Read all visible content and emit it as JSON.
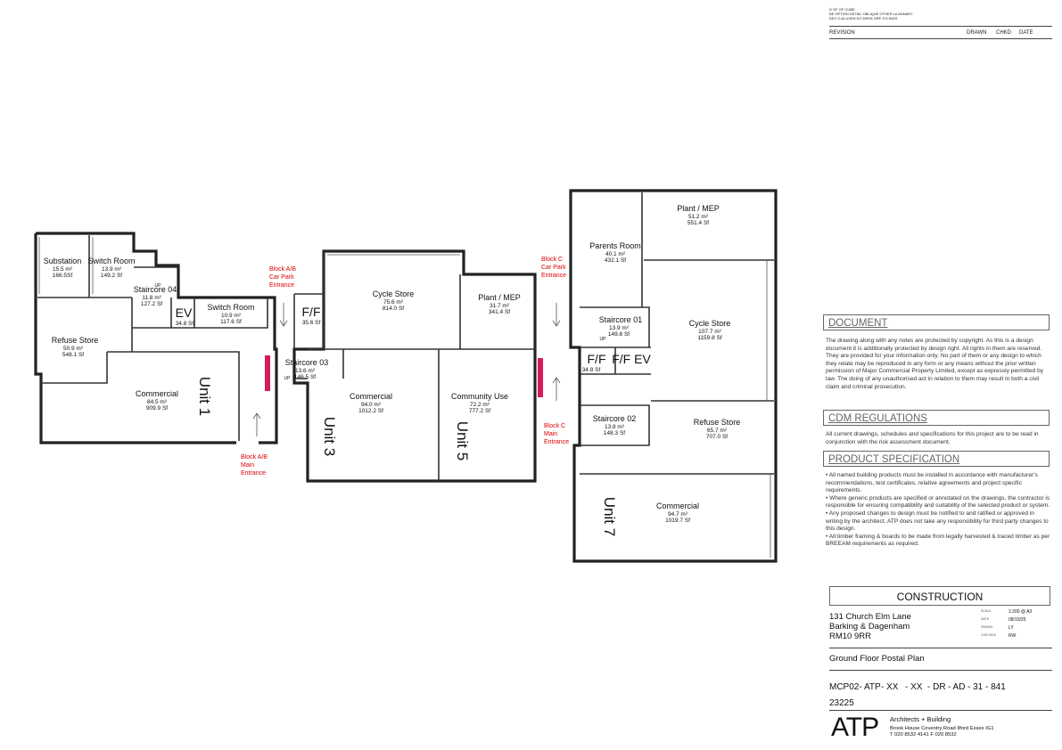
{
  "header": {
    "notes": [
      "D OF OF ICA8E",
      "BE OPTION DETAIL OBLIQUE OTHER LA ANNARY",
      "DEO D ALUVEN KO DERA ORE STLINGS"
    ],
    "revision_cols": [
      "REVISION",
      "DRAWN",
      "CHKD",
      "DATE"
    ]
  },
  "rooms": {
    "substation": {
      "name": "Substation",
      "area_m2": "15.5 m²",
      "area_sf": "166.5Sf"
    },
    "switch_room_1": {
      "name": "Switch Room",
      "area_m2": "13.9 m²",
      "area_sf": "149.2 Sf"
    },
    "staircore_04": {
      "name": "Staircore 04",
      "area_m2": "11.8 m²",
      "area_sf": "127.2 Sf"
    },
    "ev_1": {
      "name": "EV",
      "area_sf": "34.8 Sf"
    },
    "switch_room_2": {
      "name": "Switch Room",
      "area_m2": "10.9 m²",
      "area_sf": "117.6 Sf"
    },
    "ff_1": {
      "name": "F/F",
      "area_sf": "35.6 Sf"
    },
    "refuse_store_1": {
      "name": "Refuse Store",
      "area_m2": "50.9 m²",
      "area_sf": "548.1 Sf"
    },
    "commercial_1": {
      "name": "Commercial",
      "area_m2": "84.5 m²",
      "area_sf": "909.9 Sf"
    },
    "staircore_03": {
      "name": "Staircore 03",
      "area_m2": "13.6 m²",
      "area_sf": "146.5 Sf"
    },
    "cycle_store_1": {
      "name": "Cycle Store",
      "area_m2": "75.6 m²",
      "area_sf": "814.0 Sf"
    },
    "plant_mep_1": {
      "name": "Plant / MEP",
      "area_m2": "31.7 m²",
      "area_sf": "341.4 Sf"
    },
    "commercial_3": {
      "name": "Commercial",
      "area_m2": "94.0 m²",
      "area_sf": "1012.2 Sf"
    },
    "community_use": {
      "name": "Community Use",
      "area_m2": "72.2 m²",
      "area_sf": "777.2 Sf"
    },
    "parents_room": {
      "name": "Parents Room",
      "area_m2": "40.1 m²",
      "area_sf": "432.1 Sf"
    },
    "plant_mep_2": {
      "name": "Plant / MEP",
      "area_m2": "51.2 m²",
      "area_sf": "551.4 Sf"
    },
    "staircore_01": {
      "name": "Staircore 01",
      "area_m2": "13.9 m²",
      "area_sf": "149.8 Sf"
    },
    "cycle_store_2": {
      "name": "Cycle Store",
      "area_m2": "107.7 m²",
      "area_sf": "1159.8 Sf"
    },
    "ff_2": {
      "name": "F/F",
      "area_sf": "34.8 Sf"
    },
    "ff_ev_2": {
      "name": "F/F EV"
    },
    "staircore_02": {
      "name": "Staircore 02",
      "area_m2": "13.8 m²",
      "area_sf": "148.3 Sf"
    },
    "refuse_store_2": {
      "name": "Refuse Store",
      "area_m2": "65.7 m²",
      "area_sf": "707.0 Sf"
    },
    "commercial_7": {
      "name": "Commercial",
      "area_m2": "94.7 m²",
      "area_sf": "1019.7 Sf"
    }
  },
  "units": {
    "unit1": "Unit 1",
    "unit3": "Unit 3",
    "unit5": "Unit 5",
    "unit7": "Unit 7"
  },
  "entrances": {
    "ab_car_park": [
      "Block A/B",
      "Car Park",
      "Entrance"
    ],
    "ab_main": [
      "Block A/B",
      "Main",
      "Entrance"
    ],
    "c_car_park": [
      "Block C",
      "Car Park",
      "Entrance"
    ],
    "c_main": [
      "Block C",
      "Main",
      "Entrance"
    ]
  },
  "stair_marks": {
    "up": "UP"
  },
  "sections": {
    "document": {
      "title": "DOCUMENT",
      "body": "The drawing along with any notes are protected by copyright. As this is a design document it is additionally protected by design right. All rights in them are reserved. They are provided for your information only. No part of them or any design to which they relate may be reproduced in any form or any means without the prior written permission of Major Commercial Property Limited, except as expressly permitted by law. The doing of any unauthorised act in relation to them may result in both a civil claim and criminal prosecution."
    },
    "cdm": {
      "title": "CDM REGULATIONS",
      "body": "All current drawings, schedules and specifications for this project are to be read in conjunction with the risk assessment document."
    },
    "product": {
      "title": "PRODUCT SPECIFICATION",
      "bullets": [
        "• All named building products must be installed in accordance with manufacturer's recommendations, test certificates, relative agreements and project specific requirements.",
        "• Where generic products are specified or annotated on the drawings, the contractor is responsible for ensuring compatibility and suitability of the selected product or system.",
        "• Any proposed changes to design must be notified to and ratified or approved in writing by the architect. ATP does not take any responsibility for third party changes to this design.",
        "• All timber framing & boards to be made from legally harvested & traced timber as per BREEAM requirements as required."
      ]
    }
  },
  "title_block": {
    "status": "CONSTRUCTION",
    "address": [
      "131 Church Elm Lane",
      "Barking & Dagenham",
      "RM10 9RR"
    ],
    "meta": [
      {
        "label": "SCALE",
        "value": "1:200 @ A3"
      },
      {
        "label": "DATE",
        "value": "08/10/25"
      },
      {
        "label": "DRAWN",
        "value": "LY"
      },
      {
        "label": "CHECKED",
        "value": "RW"
      }
    ],
    "drawing_title": "Ground Floor Postal Plan",
    "number_parts": [
      "MCP02-",
      "ATP",
      "- XX",
      "- XX",
      "- DR",
      "- AD",
      "- 31",
      "- 841"
    ],
    "job_number": "23225",
    "company": {
      "logo": "ATP",
      "tagline": "Architects + Building",
      "address": "Brook House Coventry Road Ilford Essex IG1",
      "phone": "T 020 8532 4141  F 020 8532"
    }
  }
}
